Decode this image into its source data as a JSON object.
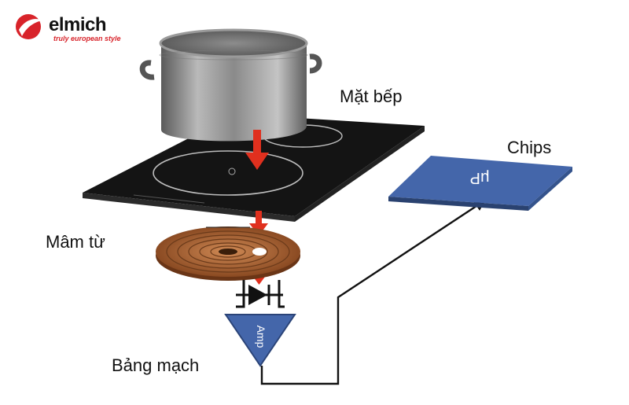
{
  "brand": {
    "name": "elmich",
    "tagline": "truly european style",
    "color": "#d8232a"
  },
  "labels": {
    "cooktop": "Mặt bếp",
    "coil": "Mâm từ",
    "circuit": "Bảng mạch",
    "chips": "Chips"
  },
  "components": {
    "chip_text": "μP",
    "amp_text": "Amp"
  },
  "colors": {
    "arrow": "#e0301e",
    "chip": "#4466aa",
    "wire": "#111111",
    "copper": "#b86a3a"
  }
}
